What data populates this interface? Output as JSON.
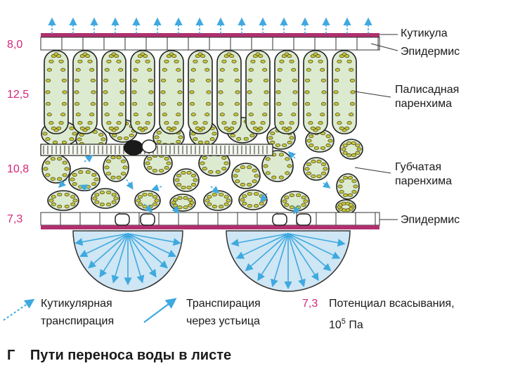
{
  "labels": {
    "cuticle": "Кутикула",
    "epidermis_top": "Эпидермис",
    "palisade_l1": "Палисадная",
    "palisade_l2": "паренхима",
    "spongy_l1": "Губчатая",
    "spongy_l2": "паренхима",
    "epidermis_bottom": "Эпидермис"
  },
  "potentials": [
    "8,0",
    "12,5",
    "10,8",
    "7,3"
  ],
  "legend": {
    "cuticular_l1": "Кутикулярная",
    "cuticular_l2": "транспирация",
    "stomatal_l1": "Транспирация",
    "stomatal_l2": "через устьица",
    "potential_value": "7,3",
    "potential_l1": "Потенциал всасывания,",
    "potential_l2_base": "10",
    "potential_l2_sup": "5",
    "potential_l2_unit": "Па"
  },
  "caption": {
    "letter": "Г",
    "title": "Пути переноса воды в листе"
  },
  "colors": {
    "potential": "#d4267a",
    "cuticle": "#b0306e",
    "cell_fill": "#dcead0",
    "chloroplast": "#c8c63a",
    "arrow": "#3fa9e0",
    "stoma_region": "#cfe6f4"
  }
}
